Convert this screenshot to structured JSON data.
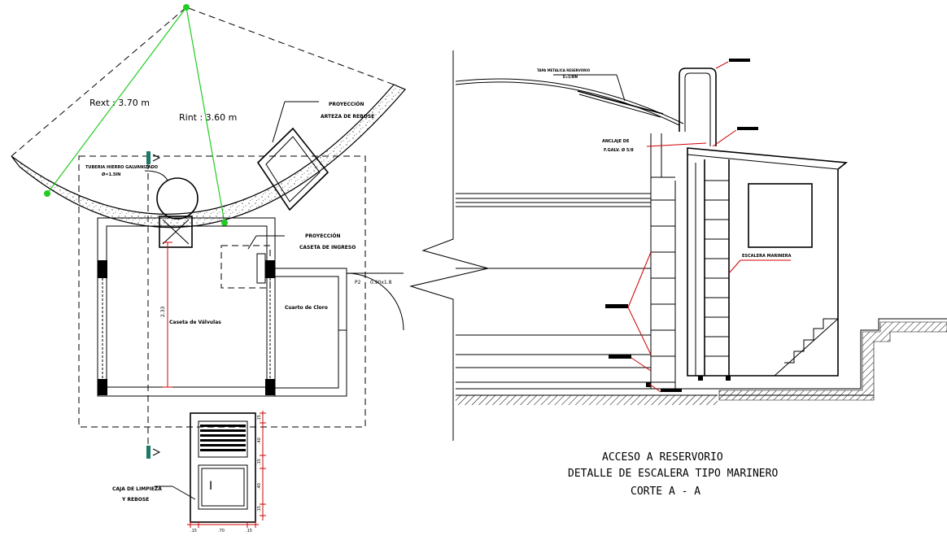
{
  "plan": {
    "rext_label": "Rext : 3.70 m",
    "rint_label": "Rint : 3.60 m",
    "proj_tapa_line1": "PROYECCIÓN",
    "proj_tapa_line2": "ARTEZA DE REBOSE",
    "proj_caseta_line1": "PROYECCIÓN",
    "proj_caseta_line2": "CASETA DE INGRESO",
    "tuberia_line1": "TUBERIA HIERRO GALVANIZADO",
    "tuberia_line2": "Ø=1.5IN",
    "caseta_valvulas": "Caseta de Válvulas",
    "cuarto_cloro": "Cuarto de Cloro",
    "p2_label": "P2",
    "p2_size": "0.90x1.8",
    "dim_vertical": "2.33",
    "caja_line1": "CAJA DE LIMPIEZA",
    "caja_line2": "Y REBOSE",
    "caja_symbol": "I",
    "dims_right": [
      ".15",
      ".40",
      ".15",
      ".40",
      ".15"
    ],
    "dims_bottom": [
      ".15",
      ".70",
      ".15"
    ]
  },
  "section": {
    "tapa_line1": "TAPA METALICA RESERVORIO",
    "tapa_line2": "E=1/8IN",
    "anclaje_line1": "ANCLAJE DE",
    "anclaje_line2": "F.GALV. Ø 5/8",
    "escalera_label": "ESCALERA MARINERA",
    "title_line1": "ACCESO A RESERVORIO",
    "title_line2": "DETALLE DE ESCALERA TIPO MARINERO",
    "title_line3": "CORTE A - A"
  },
  "colors": {
    "red_callout": "#d00000",
    "green_radius": "#22cc22",
    "marker_teal": "#1a7a66"
  }
}
